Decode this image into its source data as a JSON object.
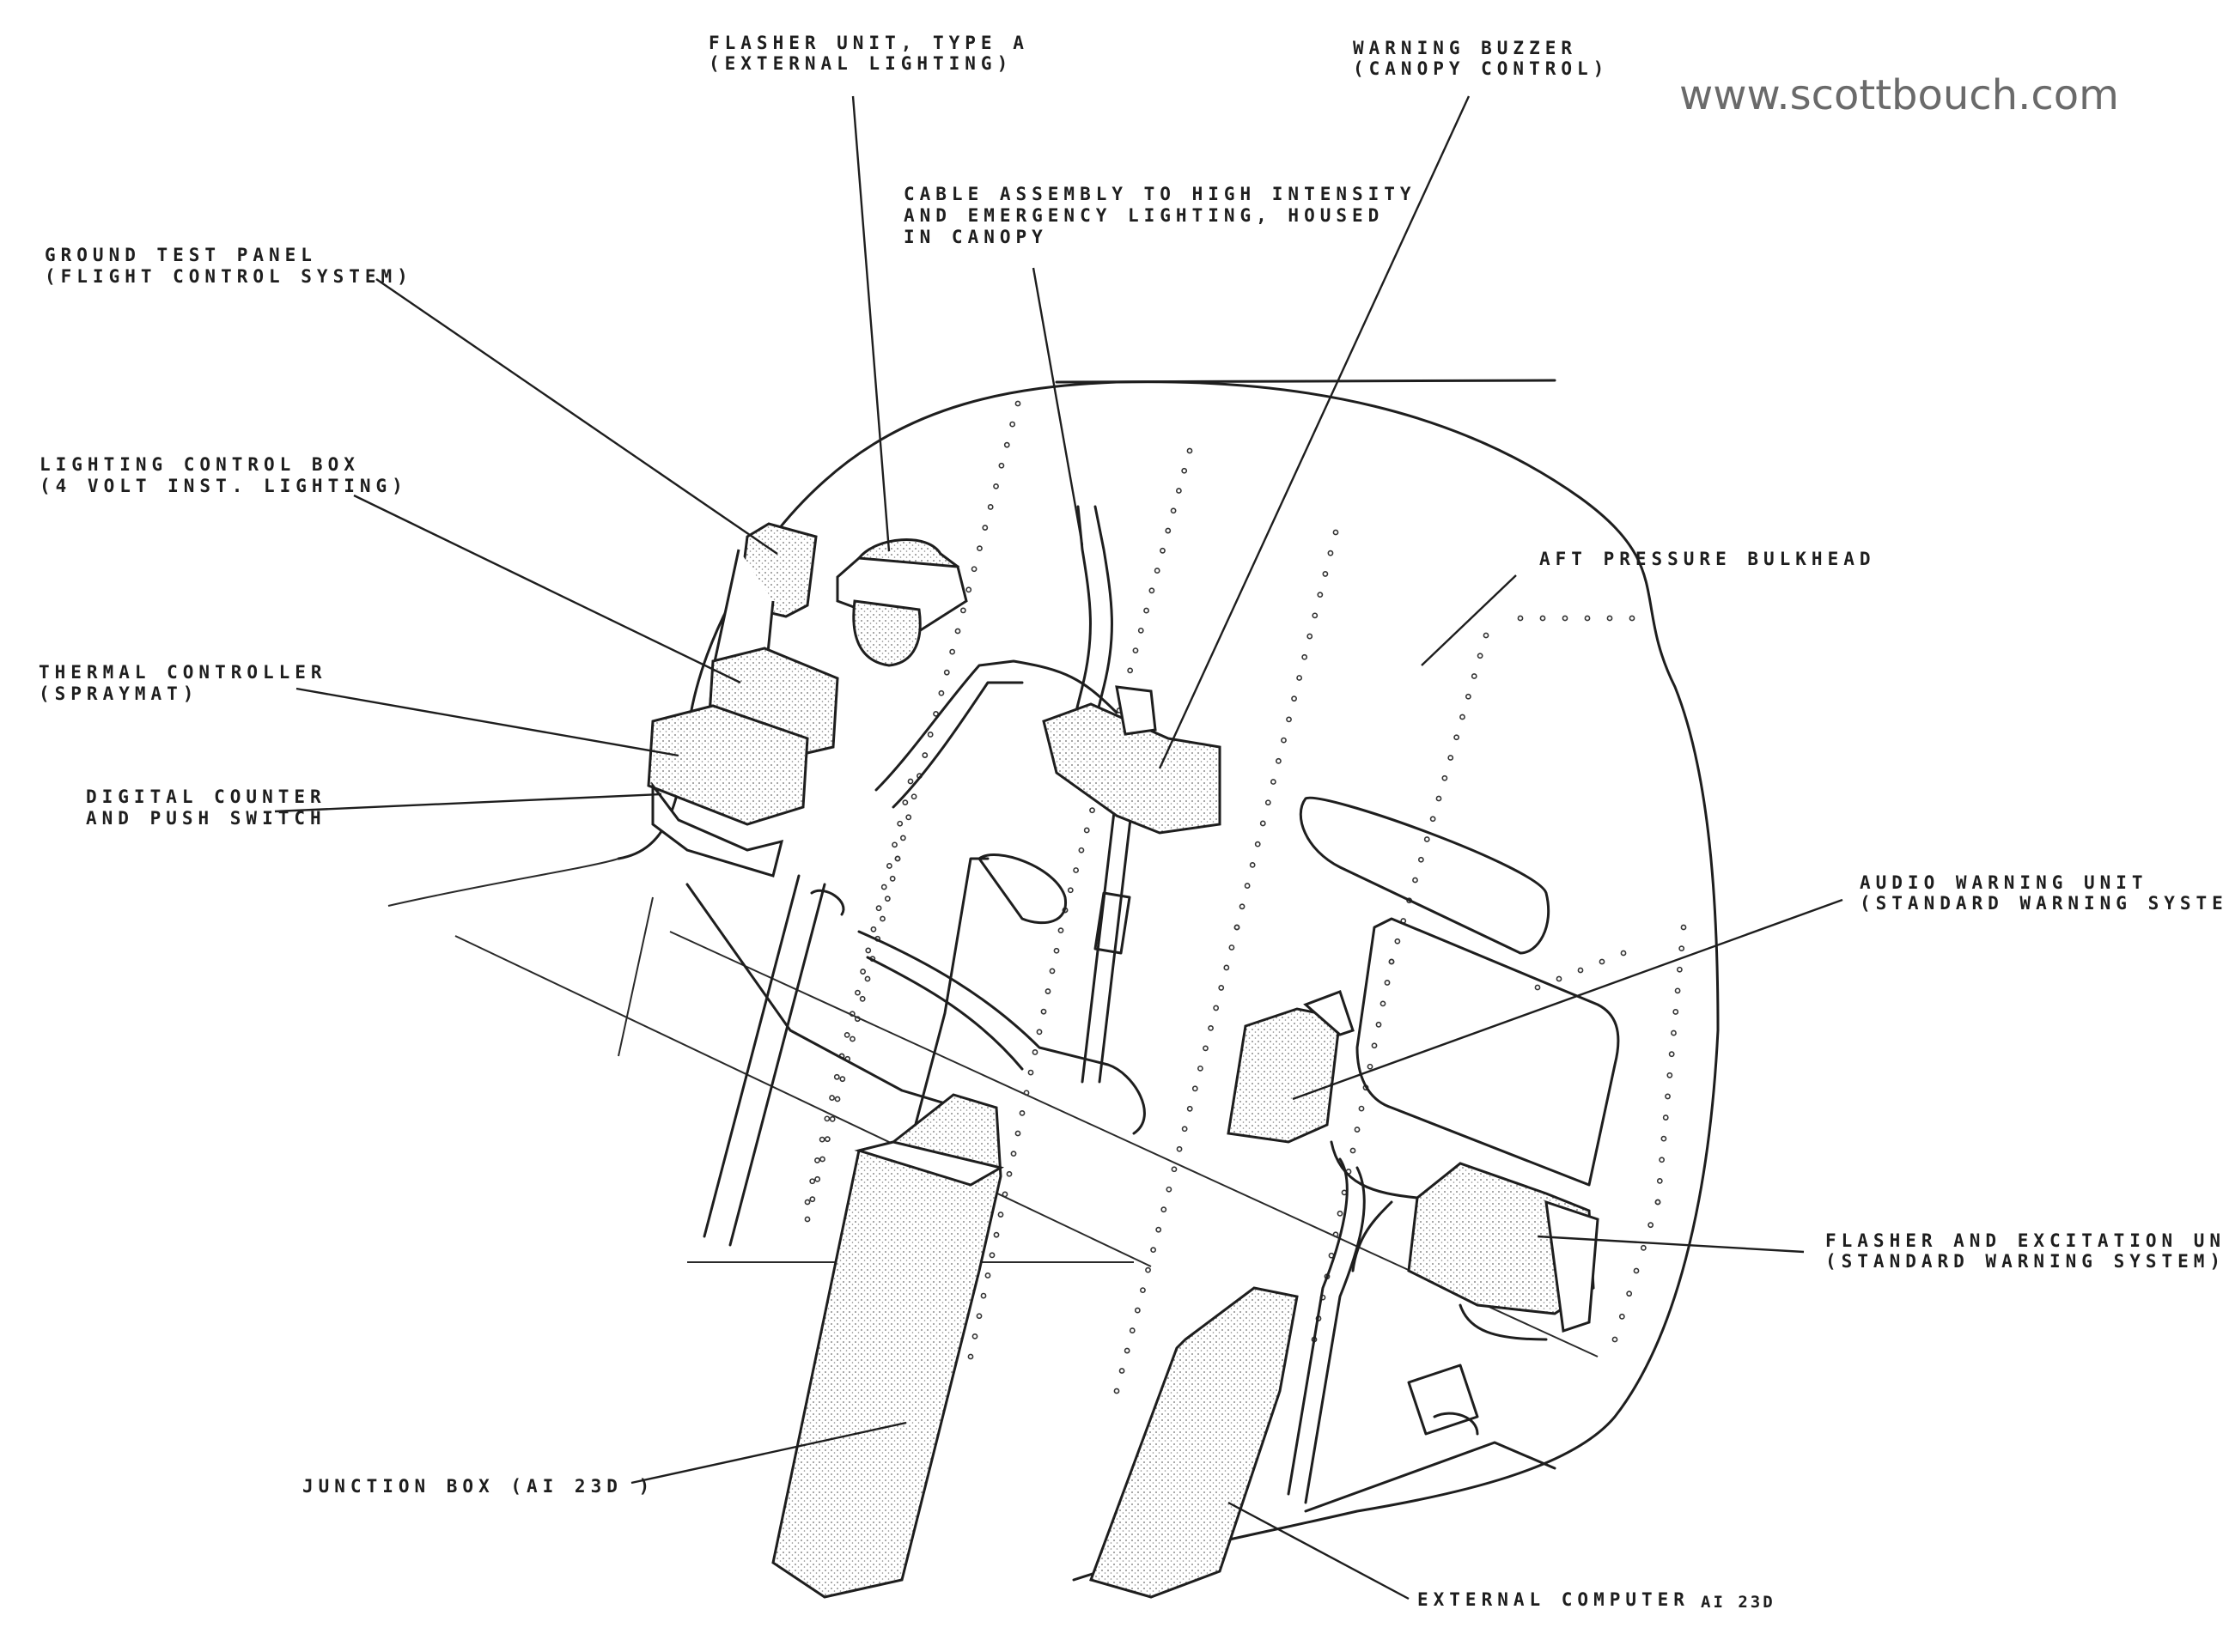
{
  "watermark": "www.scottbouch.com",
  "labels": {
    "flasher_unit_a": [
      "FLASHER UNIT, TYPE A",
      "(EXTERNAL LIGHTING)"
    ],
    "warning_buzzer": [
      "WARNING BUZZER",
      "(CANOPY CONTROL)"
    ],
    "cable_assembly": [
      "CABLE ASSEMBLY TO HIGH INTENSITY",
      "AND EMERGENCY LIGHTING, HOUSED",
      "IN CANOPY"
    ],
    "ground_test_panel": [
      "GROUND TEST PANEL",
      "(FLIGHT CONTROL SYSTEM)"
    ],
    "lighting_control_box": [
      "LIGHTING CONTROL BOX",
      "(4 VOLT INST. LIGHTING)"
    ],
    "thermal_controller": [
      "THERMAL CONTROLLER",
      "(SPRAYMAT)"
    ],
    "digital_counter": [
      "DIGITAL COUNTER",
      "AND PUSH SWITCH"
    ],
    "aft_pressure_bulkhead": [
      "AFT PRESSURE BULKHEAD"
    ],
    "audio_warning_unit": [
      "AUDIO WARNING UNIT",
      "(STANDARD WARNING SYSTEM)"
    ],
    "flasher_excitation_unit": [
      "FLASHER AND EXCITATION UNIT",
      "(STANDARD WARNING SYSTEM)"
    ],
    "junction_box": [
      "JUNCTION BOX  (AI 23D )"
    ],
    "external_computer": [
      "EXTERNAL COMPUTER"
    ],
    "figure_ref": "AI 23D"
  }
}
